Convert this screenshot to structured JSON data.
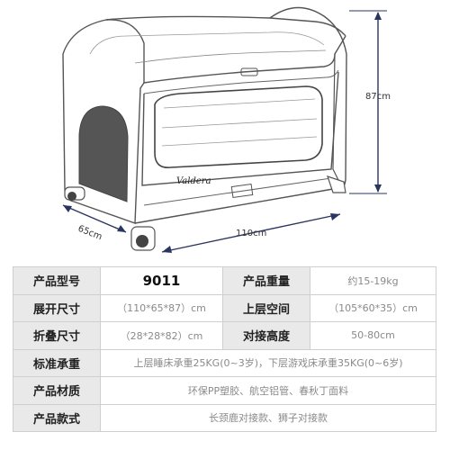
{
  "diagram": {
    "brand": "Valdera",
    "dimensions": {
      "height": "87cm",
      "length": "110cm",
      "depth": "65cm"
    }
  },
  "specs": {
    "model_label": "产品型号",
    "model_value": "9011",
    "weight_label": "产品重量",
    "weight_value": "约15-19kg",
    "unfold_label": "展开尺寸",
    "unfold_value": "（110*65*87）cm",
    "upper_label": "上层空间",
    "upper_value": "（105*60*35）cm",
    "fold_label": "折叠尺寸",
    "fold_value": "（28*28*82）cm",
    "height_label": "对接高度",
    "height_value": "50-80cm",
    "load_label": "标准承重",
    "load_value": "上层睡床承重25KG(0~3岁)，下层游戏床承重35KG(0~6岁)",
    "material_label": "产品材质",
    "material_value": "环保PP塑胶、航空铝管、春秋丁面料",
    "style_label": "产品款式",
    "style_value": "长颈鹿对接款、狮子对接款"
  }
}
